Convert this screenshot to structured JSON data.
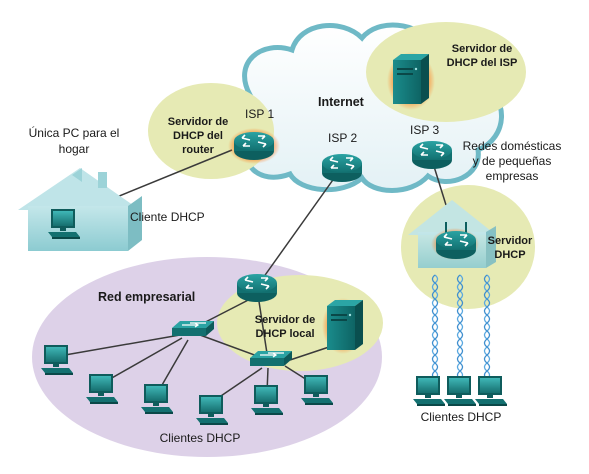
{
  "labels": {
    "internet": "Internet",
    "isp1": "ISP 1",
    "isp2": "ISP 2",
    "isp3": "ISP 3",
    "router_dhcp_l1": "Servidor de",
    "router_dhcp_l2": "DHCP del",
    "router_dhcp_l3": "router",
    "isp_dhcp_l1": "Servidor de",
    "isp_dhcp_l2": "DHCP del ISP",
    "home_pc_l1": "Única PC para el",
    "home_pc_l2": "hogar",
    "home_client": "Cliente DHCP",
    "soho_l1": "Redes domésticas",
    "soho_l2": "y de pequeñas",
    "soho_l3": "empresas",
    "soho_dhcp_l1": "Servidor",
    "soho_dhcp_l2": "DHCP",
    "soho_clients": "Clientes DHCP",
    "enterprise": "Red empresarial",
    "local_dhcp_l1": "Servidor de",
    "local_dhcp_l2": "DHCP local",
    "enterprise_clients": "Clientes DHCP"
  },
  "colors": {
    "cloud_fill": "#f4f9fb",
    "cloud_stroke": "#6fb9c6",
    "bubble_yellow": "#e6eab4",
    "bubble_purple": "#ddd1e8",
    "device_teal": "#1f8f8f",
    "device_dark": "#11706f",
    "glow": "#f08a2a",
    "link": "#3a3a3a",
    "house": "#a9d9dd"
  },
  "icons": {
    "router": "router-icon",
    "server": "server-icon",
    "switch": "switch-icon",
    "pc": "pc-icon",
    "house": "house-icon",
    "wireless": "wireless-signal-icon"
  }
}
